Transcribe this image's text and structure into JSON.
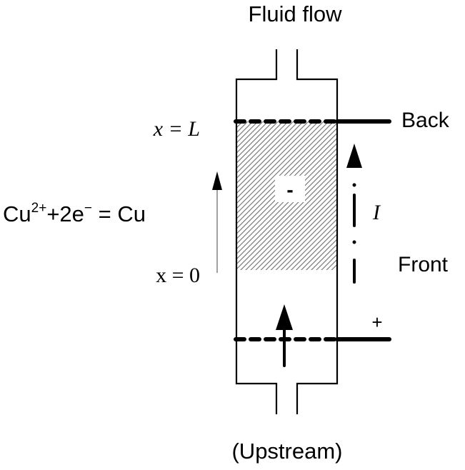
{
  "title": "Fluid flow",
  "bottom_label": "(Upstream)",
  "labels": {
    "back": "Back",
    "front": "Front",
    "plus": "+",
    "minus": "-",
    "current": "I",
    "x_top": "x = L",
    "x_bottom": "x = 0"
  },
  "reaction": {
    "reactant": "Cu",
    "reactant_charge": "2+",
    "plus_electrons": "+2e",
    "electron_charge": "−",
    "equals": " = ",
    "product": "Cu"
  },
  "colors": {
    "ink": "#000000",
    "hatch": "#777777",
    "background": "#ffffff"
  }
}
